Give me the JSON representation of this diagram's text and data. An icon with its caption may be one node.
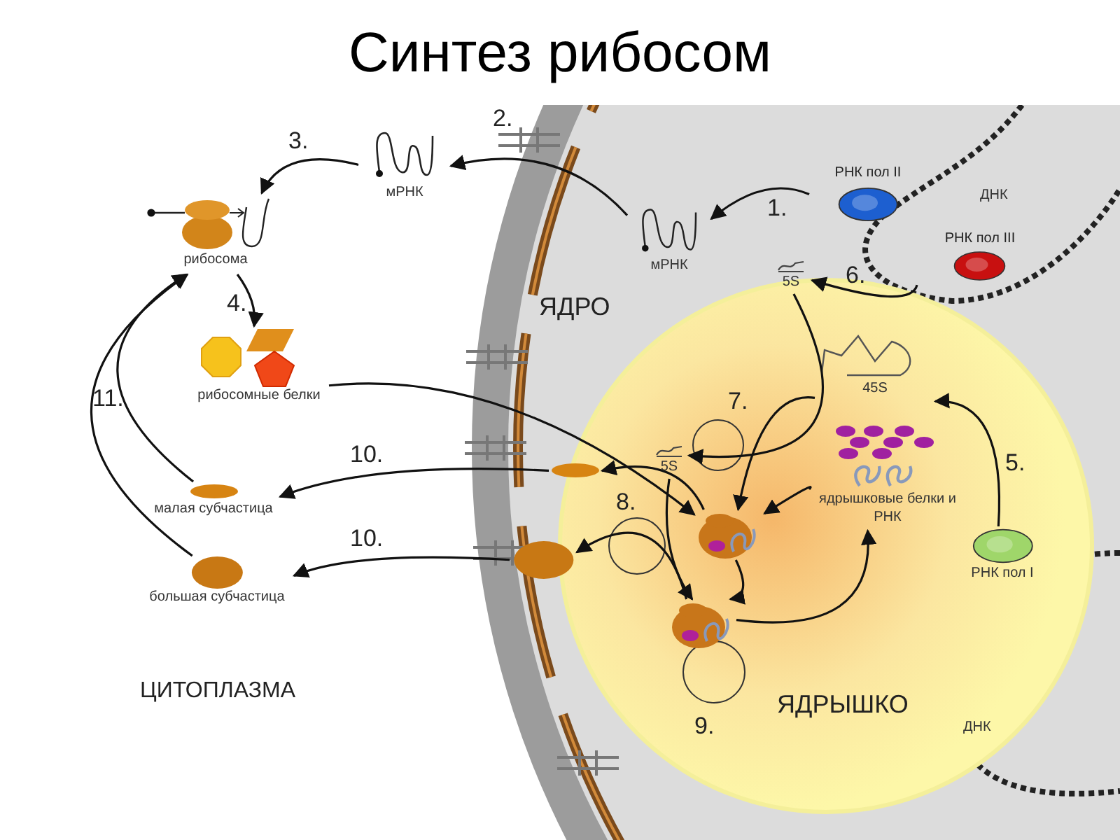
{
  "diagram": {
    "title": "Синтез рибосом",
    "nodes": [
      {
        "text": [
          "ЯДРО"
        ]
      },
      {
        "text": [
          "ЯДРЫШКО"
        ],
        "in": 0
      },
      {
        "text": [
          "РНК пол II"
        ],
        "in": 0
      },
      {
        "text": [
          "РНК пол III"
        ],
        "in": 0
      },
      {
        "text": [
          "РНК пол I"
        ],
        "in": 1
      },
      {
        "text": [
          "мРНК"
        ],
        "in": 0
      },
      {
        "text": [
          "мРНК"
        ]
      },
      {
        "text": [
          "рибосома"
        ]
      },
      {
        "text": [
          "рибосомные белки"
        ]
      },
      {
        "text": [
          "малая субчастица"
        ]
      },
      {
        "text": [
          "большая субчастица"
        ]
      },
      {
        "text": [
          "5S"
        ],
        "in": 0
      },
      {
        "text": [
          "45S"
        ],
        "in": 1
      },
      {
        "text": [
          "ядрышковые белки и РНК"
        ],
        "in": 1
      },
      {
        "text": [
          "5S"
        ],
        "in": 1
      },
      {
        "text": [],
        "shape": "picture",
        "in": 1
      },
      {
        "text": [],
        "shape": "picture",
        "in": 1
      },
      {
        "text": [],
        "shape": "ellipse",
        "in": 0
      },
      {
        "text": [],
        "shape": "circle",
        "in": 0
      }
    ],
    "edges": [
      {
        "from": 2,
        "to": 5,
        "arrow": "to",
        "label": "1."
      },
      {
        "from": 5,
        "to": 6,
        "arrow": "to",
        "label": "2."
      },
      {
        "from": 6,
        "to": 7,
        "arrow": "to",
        "label": "3."
      },
      {
        "from": 7,
        "to": 8,
        "arrow": "to",
        "label": "4."
      },
      {
        "from": 4,
        "to": 12,
        "arrow": "to",
        "label": "5."
      },
      {
        "from": 3,
        "to": 11,
        "arrow": "to",
        "label": "6."
      },
      {
        "from": 11,
        "to": 14,
        "arrow": "to"
      },
      {
        "from": 8,
        "to": 15,
        "arrow": "to"
      },
      {
        "from": 12,
        "to": 15,
        "arrow": "to",
        "label": "7."
      },
      {
        "from": 13,
        "to": 15,
        "arrow": "to"
      },
      {
        "from": 15,
        "to": 17,
        "arrow": "to",
        "label": "8."
      },
      {
        "from": 15,
        "to": 16,
        "arrow": "to"
      },
      {
        "from": 14,
        "to": 16,
        "arrow": "to"
      },
      {
        "from": 16,
        "to": 18,
        "arrow": "to",
        "label": "9."
      },
      {
        "from": 16,
        "to": 13,
        "arrow": "to"
      },
      {
        "from": 17,
        "to": 9,
        "arrow": "to",
        "label": "10."
      },
      {
        "from": 18,
        "to": 10,
        "arrow": "to",
        "label": "10."
      },
      {
        "from": 9,
        "to": 7,
        "arrow": "to",
        "label": "11."
      },
      {
        "from": 10,
        "to": 7,
        "arrow": "to"
      }
    ],
    "labels": [
      "ДНК",
      "ДНК",
      "ЦИТОПЛАЗМА"
    ]
  }
}
